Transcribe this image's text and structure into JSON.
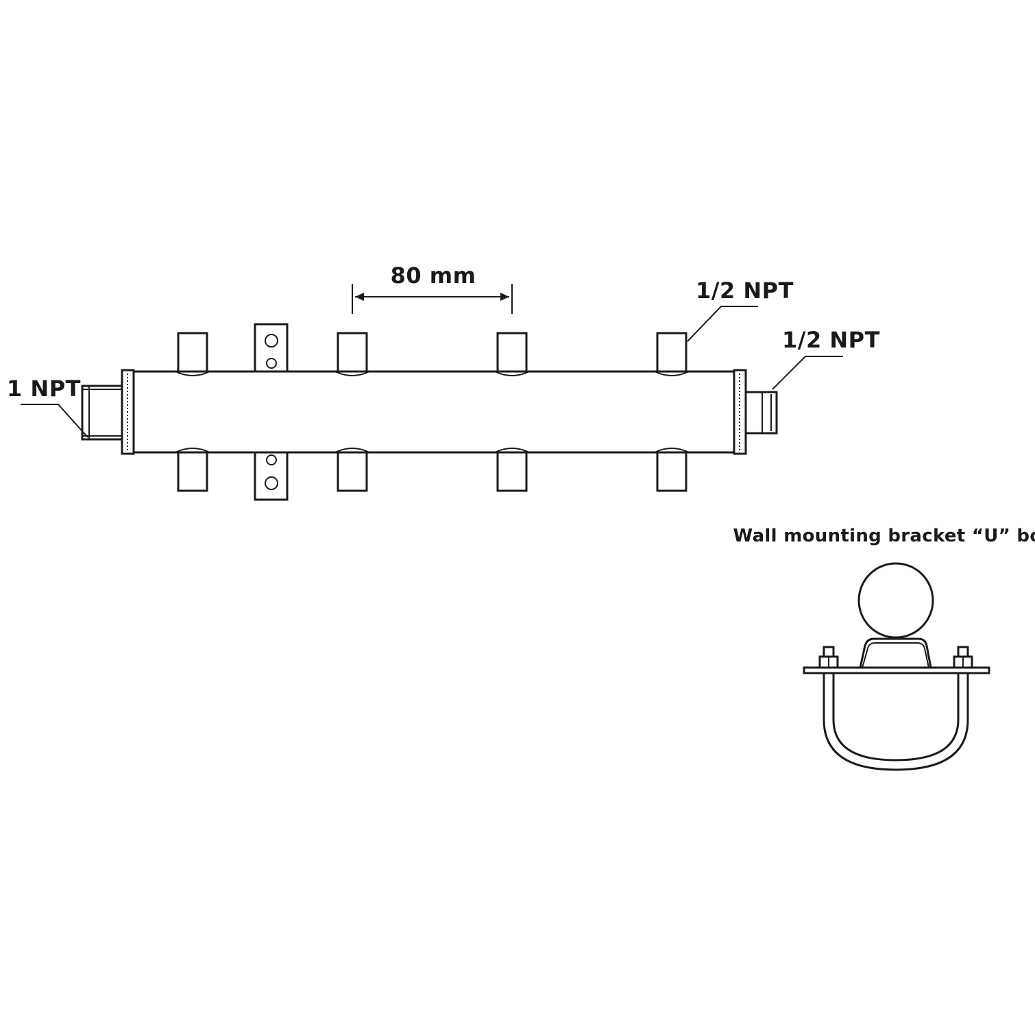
{
  "labels": {
    "spacing": "80 mm",
    "inlet": "1 NPT",
    "top_outlet": "1/2 NPT",
    "side_outlet": "1/2 NPT",
    "bracket_caption": "Wall mounting bracket “U” bolt"
  },
  "ports": {
    "top_count": 4,
    "bottom_count": 4
  },
  "colors": {
    "line": "#1a1a1a",
    "background": "#ffffff"
  }
}
